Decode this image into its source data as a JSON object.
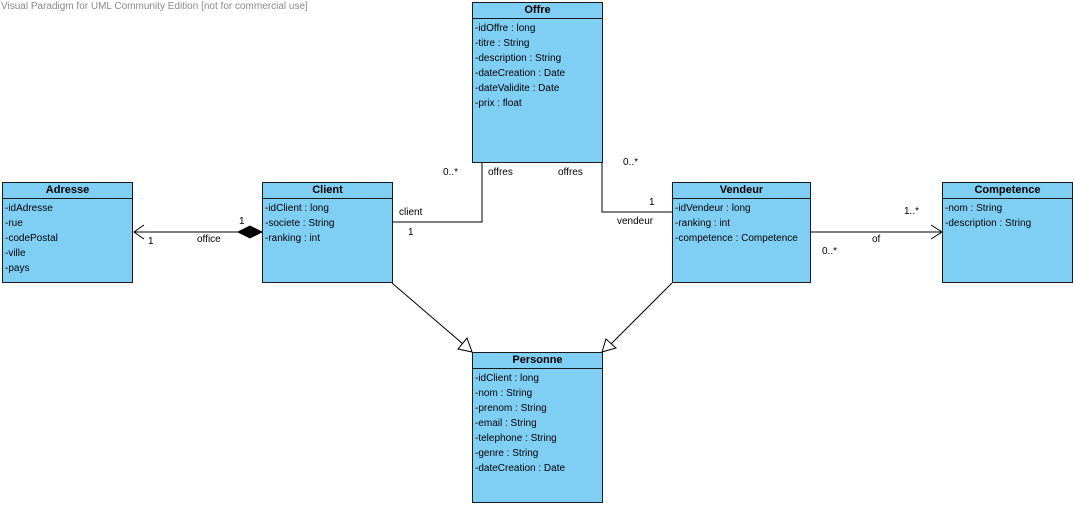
{
  "watermark": "Visual Paradigm for UML Community Edition [not for commercial use]",
  "classes": {
    "offre": {
      "name": "Offre",
      "attributes": [
        "-idOffre : long",
        "-titre : String",
        "-description : String",
        "-dateCreation : Date",
        "-dateValidite : Date",
        "-prix : float"
      ]
    },
    "adresse": {
      "name": "Adresse",
      "attributes": [
        "-idAdresse",
        "-rue",
        "-codePostal",
        "-ville",
        "-pays"
      ]
    },
    "client": {
      "name": "Client",
      "attributes": [
        "-idClient : long",
        "-societe : String",
        "-ranking : int"
      ]
    },
    "vendeur": {
      "name": "Vendeur",
      "attributes": [
        "-idVendeur : long",
        "-ranking : int",
        "-competence : Competence"
      ]
    },
    "competence": {
      "name": "Competence",
      "attributes": [
        "-nom : String",
        "-description : String"
      ]
    },
    "personne": {
      "name": "Personne",
      "attributes": [
        "-idClient : long",
        "-nom : String",
        "-prenom : String",
        "-email : String",
        "-telephone : String",
        "-genre : String",
        "-dateCreation : Date"
      ]
    }
  },
  "associations": {
    "client_offre": {
      "client_role": "client",
      "client_multiplicity": "1",
      "offre_role": "offres",
      "offre_multiplicity": "0..*"
    },
    "vendeur_offre": {
      "offre_role": "offres",
      "offre_multiplicity": "0..*",
      "vendeur_role": "vendeur",
      "vendeur_multiplicity": "1"
    },
    "client_adresse": {
      "role": "office",
      "adresse_multiplicity": "1",
      "client_multiplicity": "1"
    },
    "vendeur_competence": {
      "role": "of",
      "vendeur_multiplicity": "0..*",
      "competence_multiplicity": "1..*"
    }
  }
}
